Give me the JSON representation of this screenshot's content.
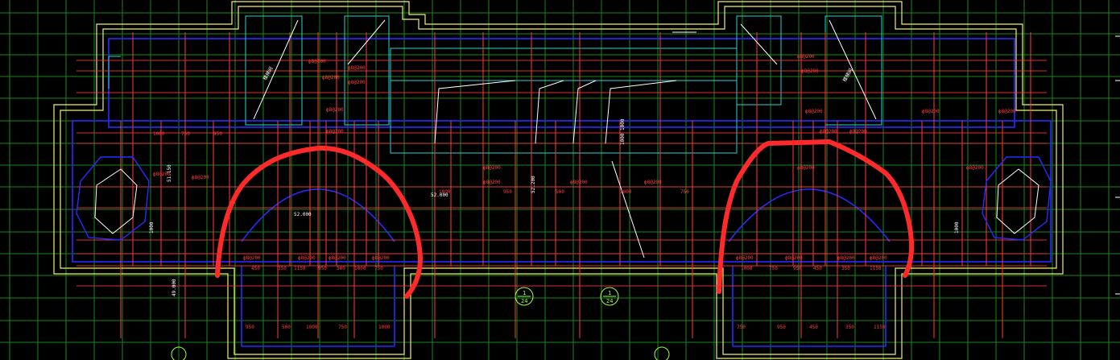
{
  "drawing": {
    "background": "#000000",
    "colors": {
      "wall_outline": "#f3ef6a",
      "grid": "#2fbf2f",
      "beam": "#2a2aff",
      "rebar": "#ff3a3a",
      "cyan": "#29d3d3",
      "white": "#ffffff",
      "annotation_red": "#ff2a2a",
      "green_text": "#9cff4c"
    },
    "axis_bubbles": [
      {
        "num": "1",
        "den": "24"
      },
      {
        "num": "1",
        "den": "24"
      }
    ],
    "elevations": [
      "51.150",
      "52.000",
      "52.000",
      "52.200",
      "49.000"
    ],
    "rebar_labels": [
      "ф8@200",
      "ф8@200",
      "ф8@200",
      "ф8@200",
      "ф8@200",
      "ф8@200",
      "ф8@200",
      "ф8@200",
      "ф8@200",
      "ф8@200",
      "ф8@200",
      "ф8@200",
      "ф8@200",
      "ф8@200"
    ],
    "dimension_labels": [
      "1000",
      "750",
      "950",
      "450",
      "350",
      "1150",
      "950",
      "500",
      "1000",
      "750"
    ],
    "room_labels": [
      "楼梯间",
      "楼梯间"
    ],
    "annotation_marks": [
      "left-arch-curve",
      "right-arch-curve"
    ]
  }
}
